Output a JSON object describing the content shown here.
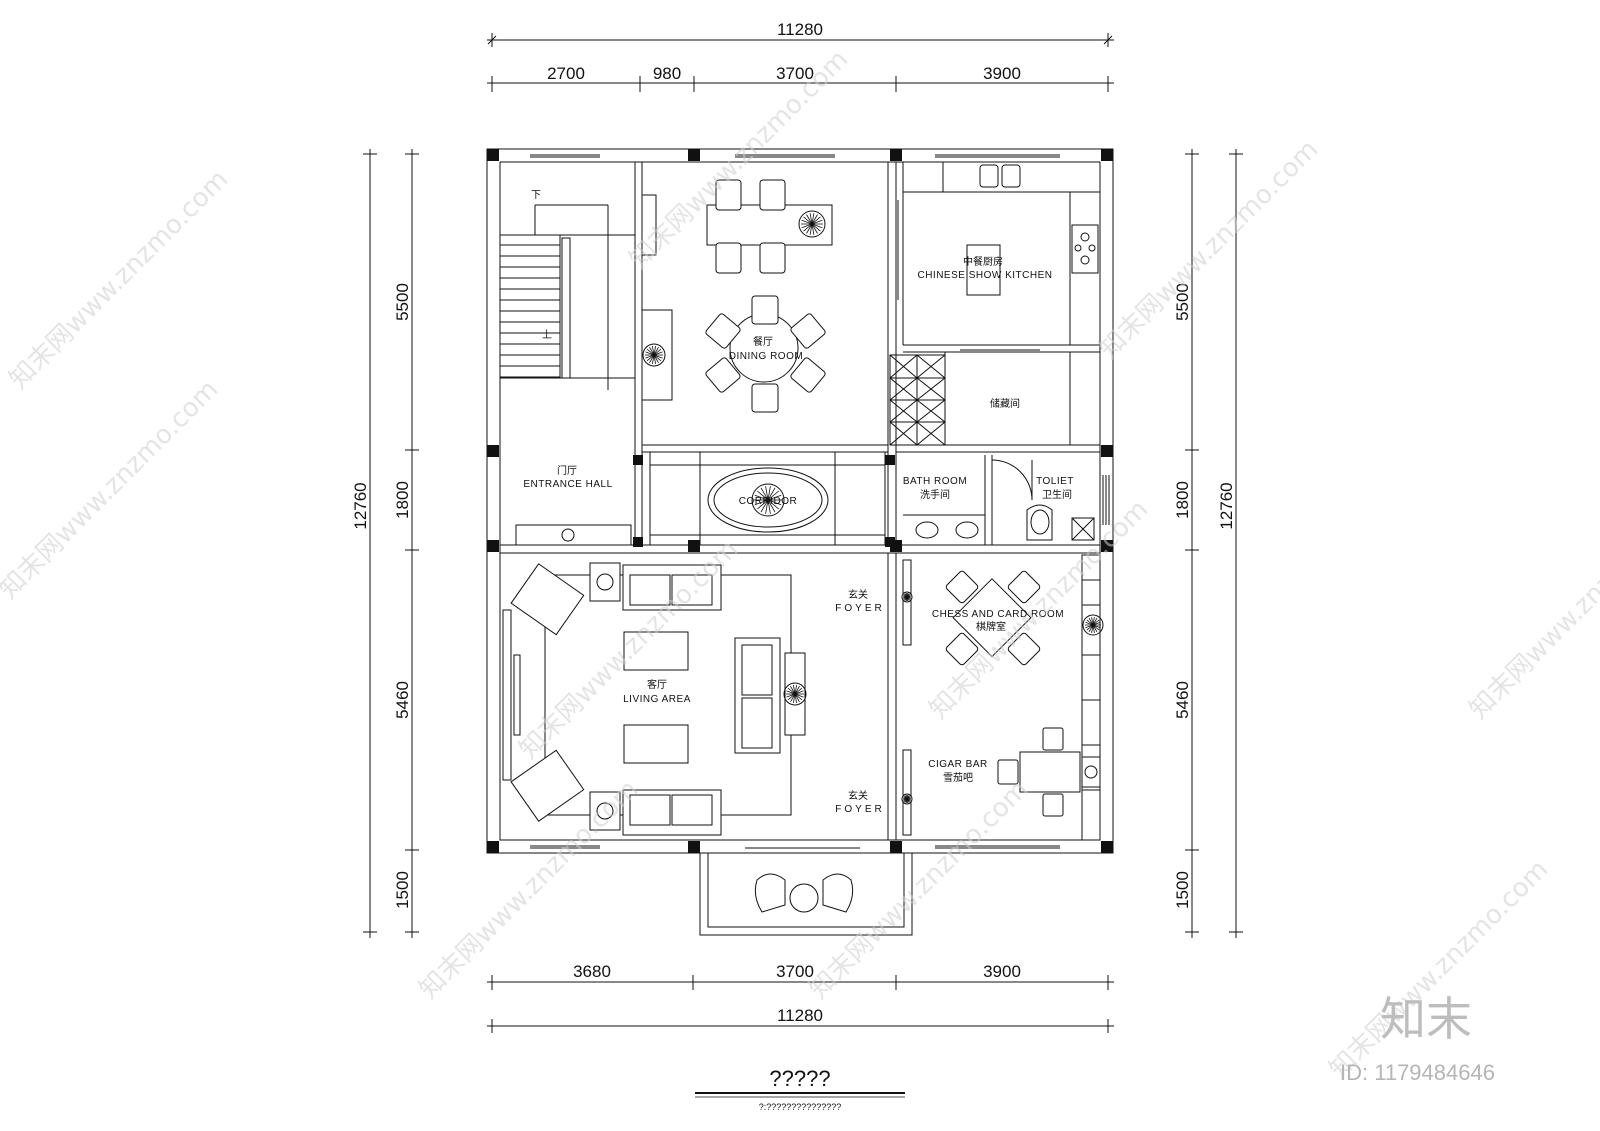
{
  "dimensions": {
    "top_total": "11280",
    "top_segments": [
      "2700",
      "980",
      "3700",
      "3900"
    ],
    "bottom_segments": [
      "3680",
      "3700",
      "3900"
    ],
    "bottom_total": "11280",
    "left_total": "12760",
    "left_segments": [
      "5500",
      "1800",
      "5460",
      "1500"
    ],
    "right_total": "12760",
    "right_segments": [
      "5500",
      "1800",
      "5460",
      "1500"
    ]
  },
  "rooms": {
    "stair_down": "下",
    "stair_up": "上",
    "dining_zh": "餐厅",
    "dining_en": "DINING ROOM",
    "kitchen_zh": "中餐厨房",
    "kitchen_en": "CHINESE SHOW KITCHEN",
    "storage_zh": "储藏间",
    "entrance_zh": "门厅",
    "entrance_en": "ENTRANCE HALL",
    "corridor_en": "CORRIDOR",
    "bath_en": "BATH ROOM",
    "bath_zh": "洗手间",
    "toilet_en": "TOLIET",
    "toilet_zh": "卫生间",
    "foyer_zh": "玄关",
    "foyer_en": "FOYER",
    "living_zh": "客厅",
    "living_en": "LIVING   AREA",
    "chess_en": "CHESS AND CARD ROOM",
    "chess_zh": "棋牌室",
    "cigar_en": "CIGAR BAR",
    "cigar_zh": "雪茄吧"
  },
  "footer": {
    "title": "?????",
    "subtitle": "?:???????????????"
  },
  "watermark": {
    "text": "知末网www.znzmo.com",
    "brand": "知末",
    "id": "ID: 1179484646"
  }
}
